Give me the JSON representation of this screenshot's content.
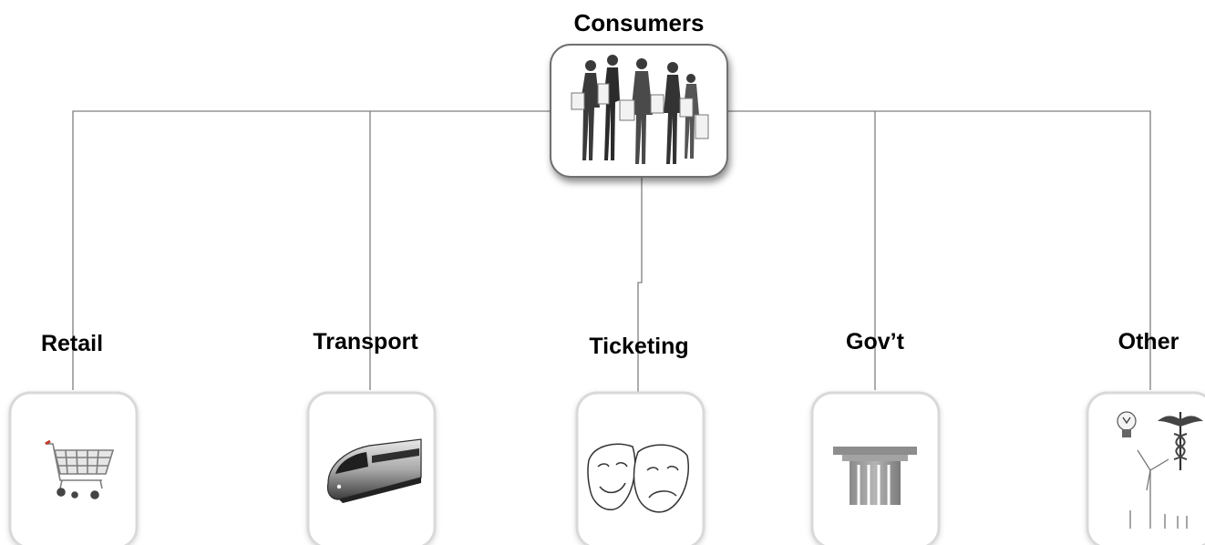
{
  "diagram": {
    "root": {
      "label": "Consumers",
      "icon": "shoppers-photo-icon"
    },
    "categories": [
      {
        "label": "Retail",
        "icon": "shopping-cart-icon"
      },
      {
        "label": "Transport",
        "icon": "train-icon"
      },
      {
        "label": "Ticketing",
        "icon": "theatre-masks-icon"
      },
      {
        "label": "Gov’t",
        "icon": "column-icon"
      },
      {
        "label": "Other",
        "icon": "misc-lightbulb-caduceus-windmill-icon"
      }
    ]
  },
  "colors": {
    "connector": "#7f7f7f",
    "tile_border": "#d9d9d9",
    "root_border": "#6f6f6f"
  }
}
